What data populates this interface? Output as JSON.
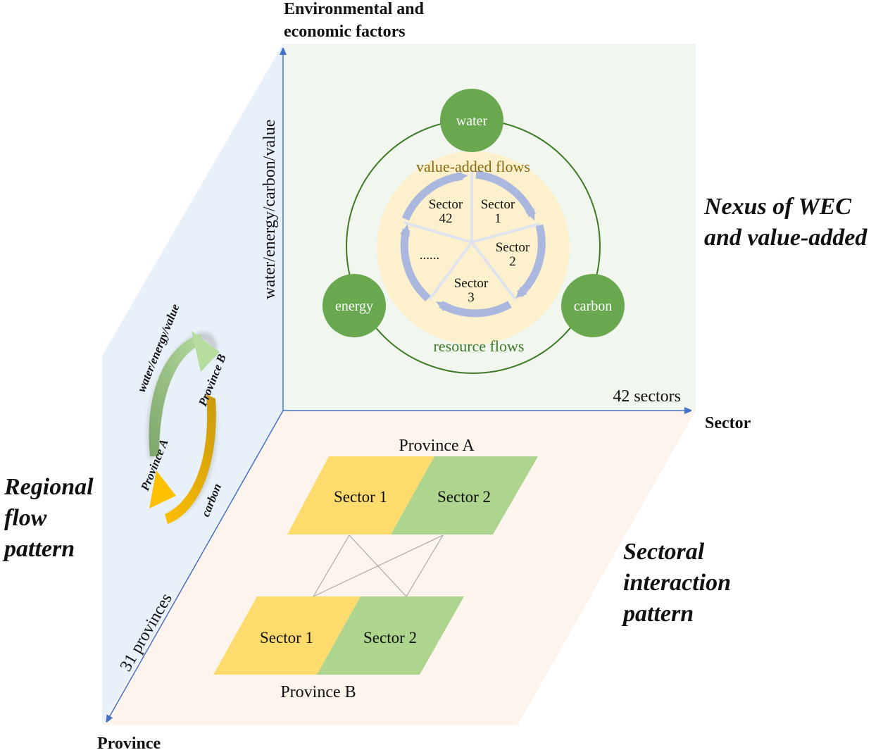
{
  "axes": {
    "vertical": {
      "title_line1": "Environmental and",
      "title_line2": "economic factors",
      "label": "water/energy/carbon/value"
    },
    "horizontal": {
      "title": "Sector",
      "label": "42 sectors"
    },
    "depth": {
      "title": "Province",
      "label": "31 provinces"
    }
  },
  "nexus_panel": {
    "caption_line1": "Nexus of WEC",
    "caption_line2": "and value-added",
    "nodes": [
      {
        "id": "water",
        "label": "water"
      },
      {
        "id": "energy",
        "label": "energy"
      },
      {
        "id": "carbon",
        "label": "carbon"
      }
    ],
    "inner_top_label": "value-added flows",
    "inner_bottom_label": "resource flows",
    "sectors": [
      {
        "line1": "Sector",
        "line2": "1"
      },
      {
        "line1": "Sector",
        "line2": "2"
      },
      {
        "line1": "Sector",
        "line2": "3"
      },
      {
        "line1": "......",
        "line2": ""
      },
      {
        "line1": "Sector",
        "line2": "42"
      }
    ]
  },
  "regional_panel": {
    "caption_line1": "Regional",
    "caption_line2": "flow",
    "caption_line3": "pattern",
    "green_flow_label": "water/energy/value",
    "orange_flow_label": "carbon",
    "province_a": "Province A",
    "province_b": "Province B"
  },
  "sectoral_panel": {
    "caption_line1": "Sectoral",
    "caption_line2": "interaction",
    "caption_line3": "pattern",
    "province_a": {
      "label": "Province A",
      "sector1": "Sector 1",
      "sector2": "Sector 2"
    },
    "province_b": {
      "label": "Province B",
      "sector1": "Sector 1",
      "sector2": "Sector 2"
    }
  },
  "colors": {
    "back_plane": "#f1f6ee",
    "left_plane": "#e8f1f9",
    "floor_plane": "#fdf4ee",
    "axis": "#4472c4",
    "node_green": "#6aa84f",
    "ring_green": "#3d7a25",
    "inner_disk": "#fdf0cc",
    "flow_arrow": "#aab8df",
    "value_added_text": "#8a6a10",
    "resource_text": "#3d7a25",
    "sector_yellow": "#fddb6d",
    "sector_green": "#add58e"
  }
}
